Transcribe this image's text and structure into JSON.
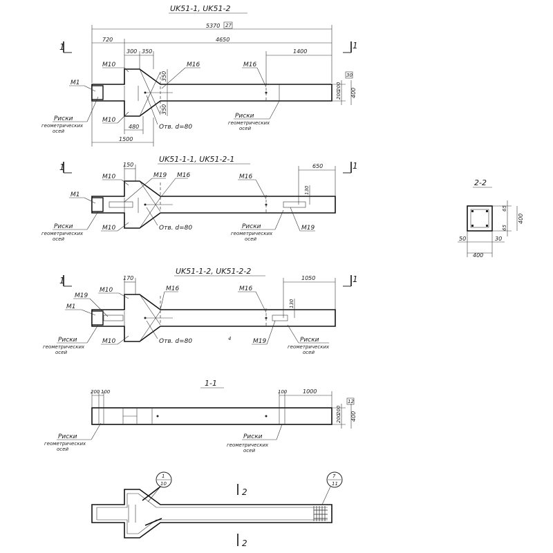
{
  "views": {
    "top": {
      "title": "UK51-1, UK51-2",
      "section_mark": "1",
      "dims": {
        "overall": "5370",
        "overall_box": "27",
        "part_4650": "4650",
        "part_720": "720",
        "part_300": "300",
        "part_350": "350",
        "part_1400": "1400",
        "side_20_200": "200",
        "side_20_200b": "200",
        "side_400": "400",
        "side_box": "30",
        "v_350_top": "350",
        "v_350_bot": "350",
        "h_480": "480",
        "h_1500": "1500"
      },
      "labels": {
        "m10_top": "M10",
        "m16_a": "M16",
        "m16_b": "M16",
        "m1": "M1",
        "m10_bot": "M10",
        "hole": "Отв. d=80",
        "riski_left": "Риски",
        "riski_left_sub": "геометрических",
        "riski_left_sub2": "осей",
        "riski_right": "Риски",
        "riski_right_sub": "геометрических",
        "riski_right_sub2": "осей"
      }
    },
    "mid1": {
      "title": "UK51-1-1, UK51-2-1",
      "section_mark": "1",
      "dims": {
        "d150": "150",
        "d650": "650",
        "d130": "130"
      },
      "labels": {
        "m10_top": "M10",
        "m19_top": "M19",
        "m16_a": "M16",
        "m16_b": "M16",
        "m1": "M1",
        "m10_bot": "M10",
        "hole": "Отв. d=80",
        "m19_right": "M19",
        "riski_left": "Риски",
        "riski_left_sub": "геометрических",
        "riski_left_sub2": "осей",
        "riski_right": "Риски",
        "riski_right_sub": "геометрических",
        "riski_right_sub2": "осей"
      }
    },
    "mid2": {
      "title": "UK51-1-2, UK51-2-2",
      "section_mark": "1",
      "dims": {
        "d170": "170",
        "d1050": "1050",
        "d130": "130"
      },
      "labels": {
        "m19_top": "M19",
        "m10_top": "M10",
        "m16_a": "M16",
        "m16_b": "M16",
        "m1": "M1",
        "m10_bot": "M10",
        "hole": "Отв. d=80",
        "m19_bot": "M19",
        "riski_left": "Риски",
        "riski_left_sub": "геометрических",
        "riski_left_sub2": "осей",
        "riski_right": "Риски",
        "riski_right_sub": "геометрических",
        "riski_right_sub2": "осей",
        "stray": "4"
      }
    },
    "section11": {
      "title": "1-1",
      "dims": {
        "d200": "200",
        "d100": "100",
        "d100b": "100",
        "d1000": "1000",
        "box": "12",
        "side_200": "200",
        "side_200b": "200",
        "side_400": "400"
      },
      "labels": {
        "riski_left": "Риски",
        "riski_left_sub": "геометрических",
        "riski_left_sub2": "осей",
        "riski_right": "Риски",
        "riski_right_sub": "геометрических",
        "riski_right_sub2": "осей"
      }
    },
    "section22": {
      "title": "2-2",
      "dims": {
        "d65a": "65",
        "d65b": "65",
        "d400v": "400",
        "d50": "50",
        "d30": "30",
        "d400h": "400"
      }
    },
    "rebar": {
      "section_mark": "2",
      "callout_left_top": "1",
      "callout_left_bot": "10",
      "callout_right_top": "7",
      "callout_right_bot": "11"
    }
  }
}
